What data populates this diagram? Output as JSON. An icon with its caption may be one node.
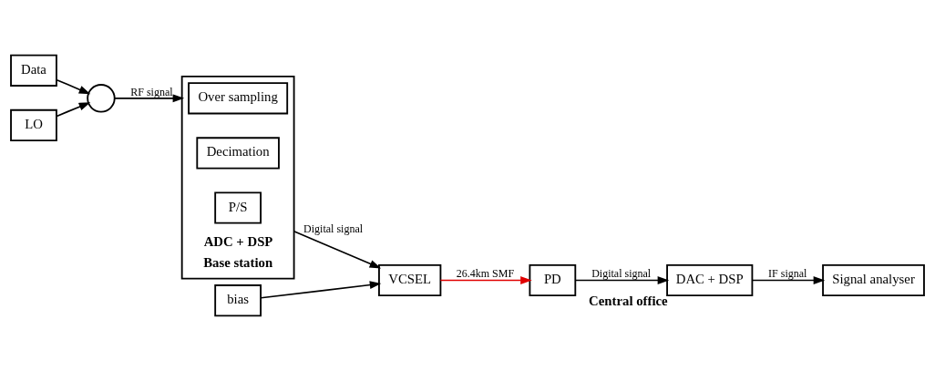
{
  "diagram": {
    "nodes": [
      {
        "text": [
          "Data"
        ]
      },
      {
        "text": [],
        "shape": "circle"
      },
      {
        "text": [
          "LO"
        ]
      },
      {
        "text": [
          "ADC + DSP"
        ],
        "beside": [
          "Base station"
        ]
      },
      {
        "text": [
          "Over sampling"
        ],
        "in": 3
      },
      {
        "text": [
          "Decimation"
        ],
        "in": 3
      },
      {
        "text": [
          "P/S"
        ],
        "in": 3
      },
      {
        "text": [
          "bias"
        ]
      },
      {
        "text": [
          "VCSEL"
        ]
      },
      {
        "text": [
          "PD"
        ]
      },
      {
        "text": [
          "DAC + DSP"
        ],
        "beside": [
          "Central office"
        ]
      },
      {
        "text": [
          "Signal analyser"
        ]
      }
    ],
    "edges": [
      {
        "from": 0,
        "to": 1,
        "arrow": "to"
      },
      {
        "from": 2,
        "to": 1,
        "arrow": "to"
      },
      {
        "from": 1,
        "to": 3,
        "arrow": "to",
        "label": "RF signal"
      },
      {
        "from": 3,
        "to": 8,
        "arrow": "to",
        "label": "Digital signal"
      },
      {
        "from": 7,
        "to": 8,
        "arrow": "to"
      },
      {
        "from": 8,
        "to": 9,
        "arrow": "to",
        "label": "26.4km SMF",
        "color": "#e00000"
      },
      {
        "from": 9,
        "to": 10,
        "arrow": "to",
        "label": "Digital signal"
      },
      {
        "from": 10,
        "to": 11,
        "arrow": "to",
        "label": "IF signal"
      }
    ]
  }
}
